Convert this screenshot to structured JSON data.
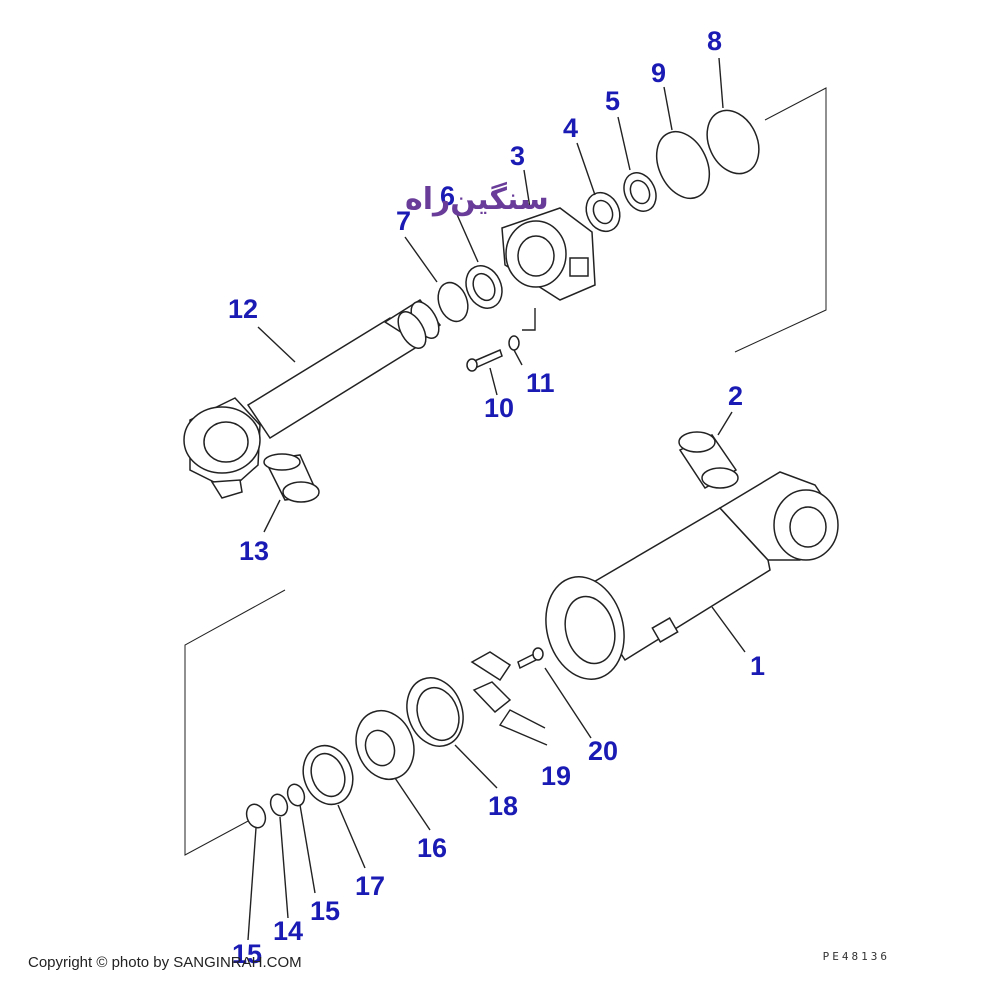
{
  "diagram": {
    "callouts": [
      "1",
      "2",
      "3",
      "4",
      "5",
      "6",
      "7",
      "8",
      "9",
      "10",
      "11",
      "12",
      "13",
      "14",
      "15",
      "15",
      "16",
      "17",
      "18",
      "19",
      "20"
    ],
    "drawing_code": "PE48136",
    "watermark_text": "سنگین‌راه",
    "copyright": "Copyright © photo by SANGINRAH.COM"
  },
  "colors": {
    "callout": "#1a1ab4",
    "line": "#222222",
    "logo": "#6a3c9a"
  }
}
